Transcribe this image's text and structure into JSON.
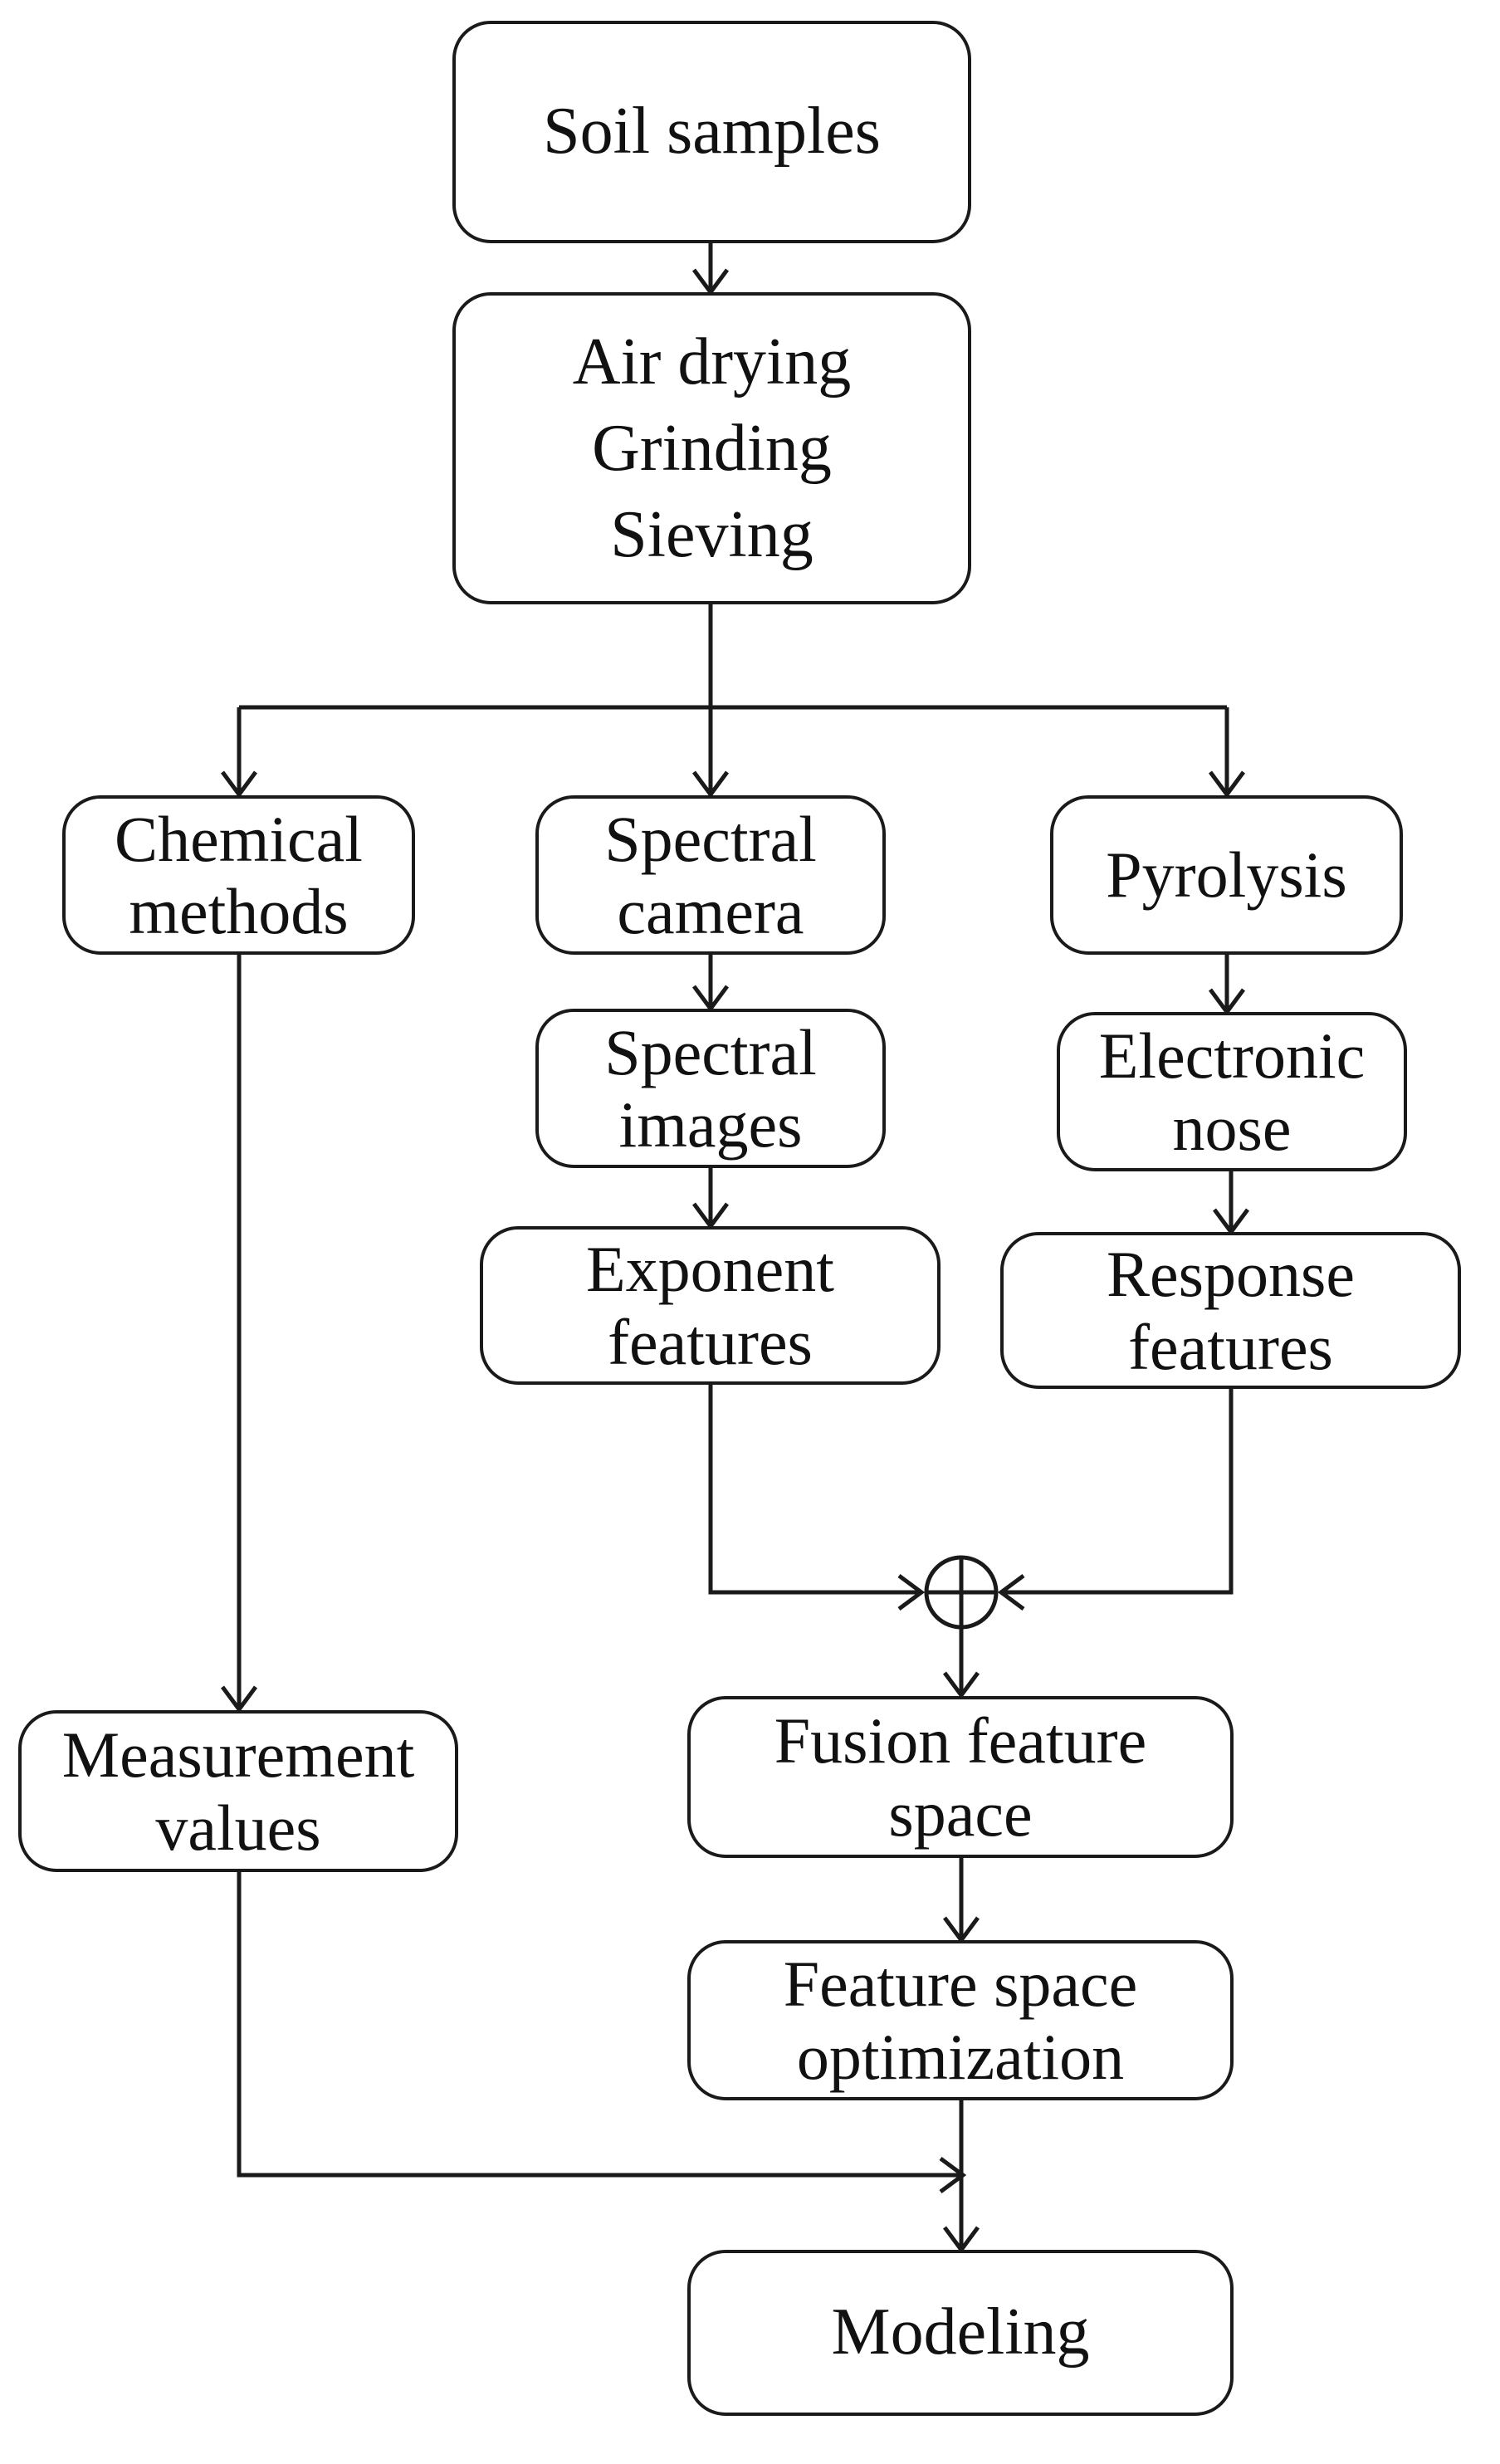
{
  "diagram": {
    "colors": {
      "stroke": "#1a1a1a",
      "text": "#111111",
      "background": "#ffffff"
    },
    "nodes": {
      "soil_samples": {
        "lines": [
          "Soil samples"
        ]
      },
      "preprocess": {
        "lines": [
          "Air drying",
          "Grinding",
          "Sieving"
        ]
      },
      "chemical_methods": {
        "lines": [
          "Chemical",
          "methods"
        ]
      },
      "spectral_camera": {
        "lines": [
          "Spectral",
          "camera"
        ]
      },
      "pyrolysis": {
        "lines": [
          "Pyrolysis"
        ]
      },
      "spectral_images": {
        "lines": [
          "Spectral",
          "images"
        ]
      },
      "electronic_nose": {
        "lines": [
          "Electronic",
          "nose"
        ]
      },
      "exponent_features": {
        "lines": [
          "Exponent",
          "features"
        ]
      },
      "response_features": {
        "lines": [
          "Response",
          "features"
        ]
      },
      "measurement_values": {
        "lines": [
          "Measurement",
          "values"
        ]
      },
      "fusion_feature_space": {
        "lines": [
          "Fusion feature",
          "space"
        ]
      },
      "feature_space_optimization": {
        "lines": [
          "Feature space",
          "optimization"
        ]
      },
      "modeling": {
        "lines": [
          "Modeling"
        ]
      }
    },
    "fusion_symbol": "circle-plus-icon"
  }
}
